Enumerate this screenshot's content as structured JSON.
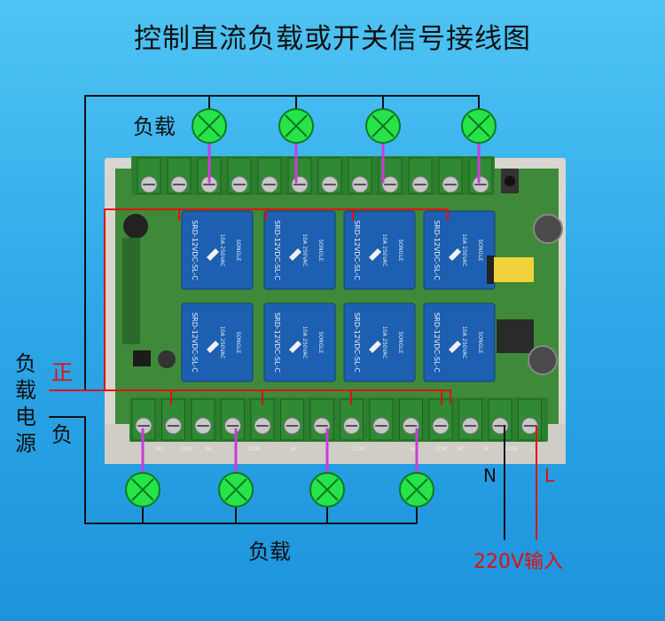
{
  "title": "控制直流负载或开关信号接线图",
  "labels": {
    "load_top": "负载",
    "load_bottom": "负载",
    "load_power": "负载电源",
    "load_power_chars": [
      "负",
      "载",
      "电",
      "源"
    ],
    "positive": "正",
    "negative": "负",
    "input_220v": "220V输入",
    "neutral": "N",
    "live": "L"
  },
  "relay_text": {
    "model": "SRD-12VDC-SL-C",
    "brand": "SONGLE",
    "rating": "10A 250VAC"
  },
  "board_text": {
    "terminal_no": "NO",
    "terminal_com": "COM",
    "terminal_nc": "NC",
    "terminal_n": "N",
    "terminal_220v": "220V",
    "terminal_l": "L"
  },
  "colors": {
    "background": "#2aa6e6",
    "board": "#3e8a3a",
    "terminal": "#2c7f2e",
    "relay": "#1d5fb0",
    "lamp": "#27e34a",
    "wire_black": "#111111",
    "wire_red": "#e01010",
    "wire_magenta": "#cc3adb"
  }
}
